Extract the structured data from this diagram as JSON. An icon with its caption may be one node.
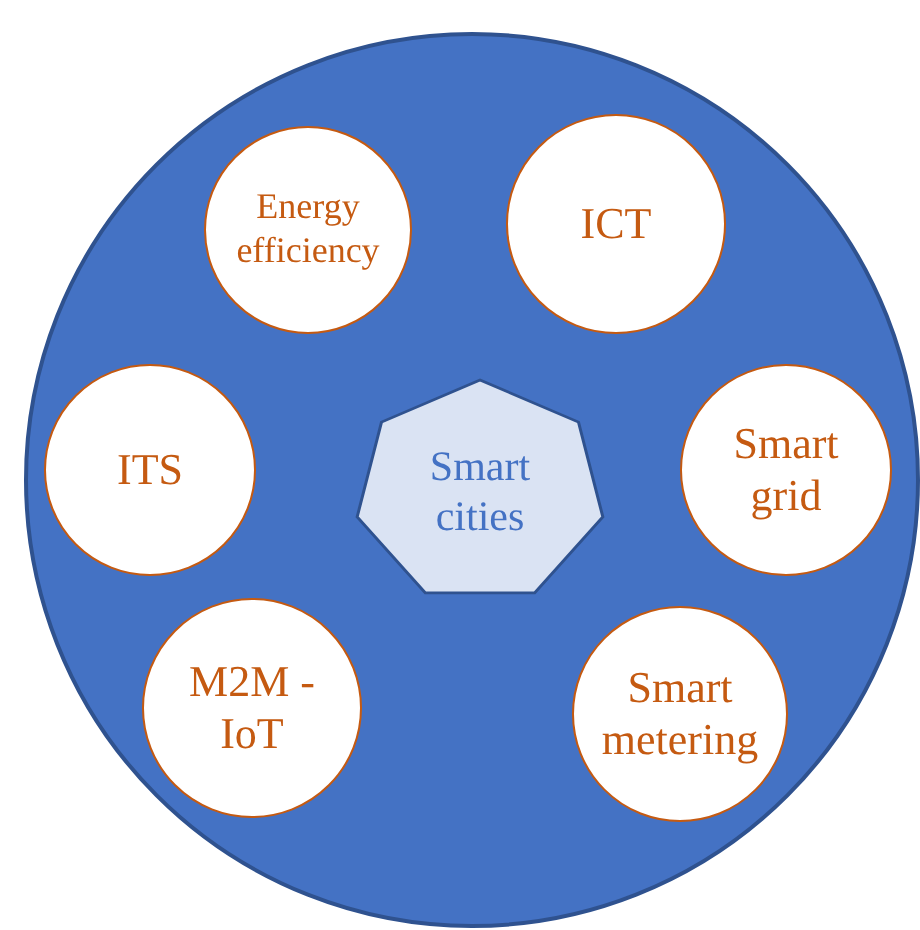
{
  "diagram": {
    "nodes": [
      {
        "text": [],
        "shape": "circle"
      },
      {
        "text": [
          "Energy efficiency"
        ],
        "in": 0
      },
      {
        "text": [
          "ICT"
        ],
        "in": 0
      },
      {
        "text": [
          "ITS"
        ],
        "in": 0
      },
      {
        "text": [
          "Smart cities"
        ],
        "in": 0
      },
      {
        "text": [
          "Smart grid"
        ],
        "in": 0
      },
      {
        "text": [
          "M2M - IoT"
        ],
        "in": 0
      },
      {
        "text": [
          "Smart metering"
        ],
        "in": 0
      }
    ]
  }
}
